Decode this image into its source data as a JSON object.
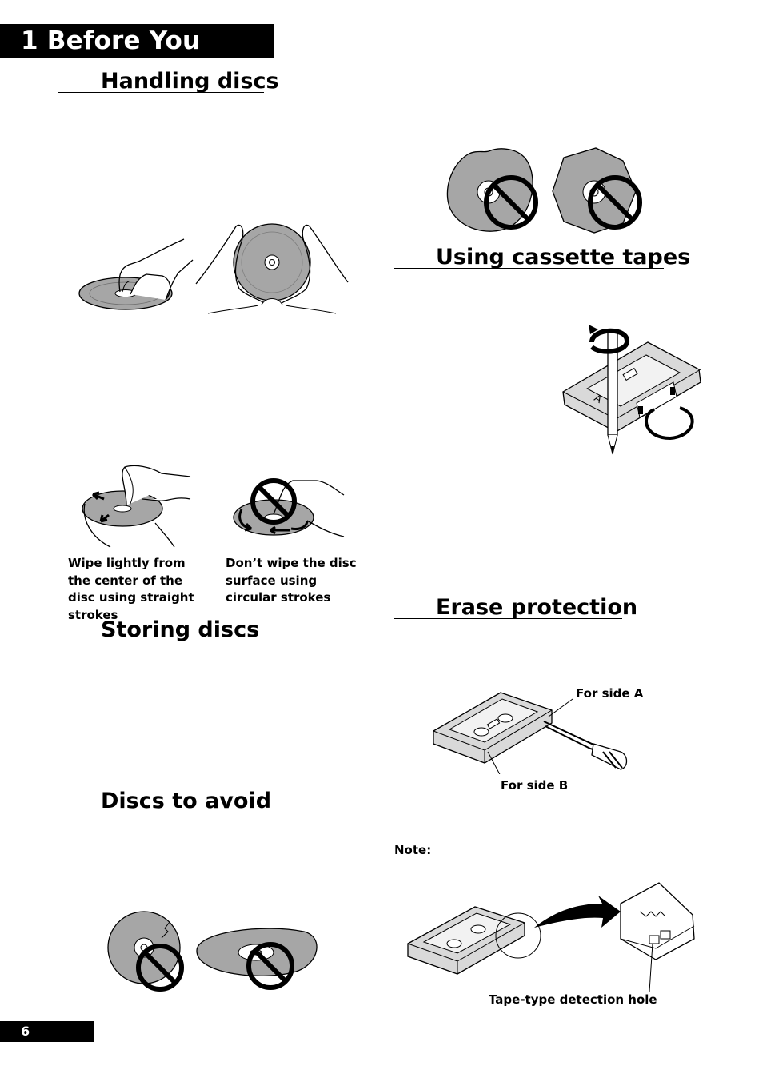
{
  "header": {
    "chapter_title": "1  Before You Start"
  },
  "sections": {
    "handling": {
      "title": "Handling discs"
    },
    "storing": {
      "title": "Storing discs"
    },
    "avoid": {
      "title": "Discs to avoid"
    },
    "cassette": {
      "title": "Using cassette tapes"
    },
    "erase": {
      "title": "Erase protection"
    }
  },
  "captions": {
    "wipe_ok": "Wipe lightly from the center of the disc using straight strokes",
    "wipe_bad": "Don’t wipe the disc surface using circular strokes"
  },
  "labels": {
    "side_a": "For side A",
    "side_b": "For side B",
    "note": "Note:",
    "detection_hole": "Tape-type detection hole"
  },
  "cassette": {
    "side_letter": "A"
  },
  "page_number": "6",
  "colors": {
    "disc_gray": "#a6a6a6",
    "black": "#000000"
  }
}
